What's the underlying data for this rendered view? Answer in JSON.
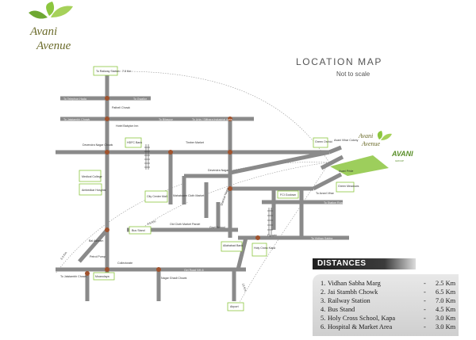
{
  "brand": {
    "logo_line1": "Avani",
    "logo_line2": "Avenue",
    "marker_line1": "Avani",
    "marker_line2": "Avenue",
    "badge": "AVANI",
    "badge_sub": "GROUP"
  },
  "title": "LOCATION MAP",
  "subtitle": "Not to scale",
  "map": {
    "places": {
      "railway": "To Railway Station",
      "tel_hada": "To Telephon Hada",
      "gwalior": "To Gwalior",
      "patheli": "Patheli Chowk",
      "jai_stambh_top": "To Jaistambh Chowk",
      "babylon": "Hotel Babylon Inn",
      "bilaspur": "To Bilaspur",
      "urla": "To Urla / Silthara Industrial Area",
      "hdfc": "HDFC Bank",
      "timber": "Timber Market",
      "devendra_chowk": "Devendra Nagar Chowk",
      "medical": "Medical College",
      "ambedkar": "Ambedkar Hospital",
      "devendra_nagar": "Devendra Nagar",
      "city_center": "City Center Mall",
      "mahaboom": "Mahaboom Cloth Market",
      "pandri_cloth": "Old Cloth Market Pandri",
      "govt_school": "Govt School",
      "shankar": "Shankar Nagar",
      "bus_stand": "Bus Stand",
      "fci": "FCI Godown",
      "avani_vihar": "To Avani Vihar",
      "station_road": "To Station Road",
      "green_orchid": "Green Orchid",
      "avani_vihar_colony": "Avani Vihar Colony",
      "avani_pride": "Avani Pride",
      "green_meadows": "Green Meadows",
      "allahabad": "Allahabad Bank",
      "holy_cross": "Holy Cross Kapa",
      "flyover": "Flyover",
      "vidhan_sabha": "To Vidhan Sabha",
      "bal_ashram": "Bal Ashram",
      "petrol": "Petrol Pump",
      "jaistambh_bottom": "To Jaistambh Chowk",
      "collectorate": "Collectorate",
      "moandaya": "Moanulaya",
      "nagar_ghadi": "Nagar Ghadi Chowk",
      "gei_road": "Gei Road NH-6",
      "airport": "Airport"
    },
    "distance_labels": {
      "d7": "7.0 Km",
      "d45": "4.5 Km",
      "d65": "6.5 Km",
      "d13": "13 Km"
    }
  },
  "distances": {
    "header": "DISTANCES",
    "items": [
      {
        "num": "1.",
        "name": "Vidhan Sabha Marg",
        "dash": "-",
        "value": "2.5 Km"
      },
      {
        "num": "2.",
        "name": "Jai Stambh Chowk",
        "dash": "-",
        "value": "6.5 Km"
      },
      {
        "num": "3.",
        "name": "Railway Station",
        "dash": "-",
        "value": "7.0 Km"
      },
      {
        "num": "4.",
        "name": "Bus  Stand",
        "dash": "-",
        "value": "4.5 Km"
      },
      {
        "num": "5.",
        "name": "Holy Cross School, Kapa",
        "dash": "-",
        "value": "3.0 Km"
      },
      {
        "num": "6.",
        "name": "Hospital & Market Area",
        "dash": "-",
        "value": "3.0 Km"
      }
    ]
  },
  "colors": {
    "road": "#8a8a8a",
    "leaf_green": "#8cc63f",
    "leaf_dark": "#5a8f2a",
    "node": "#a0522d",
    "box_border": "#8cc63f"
  }
}
